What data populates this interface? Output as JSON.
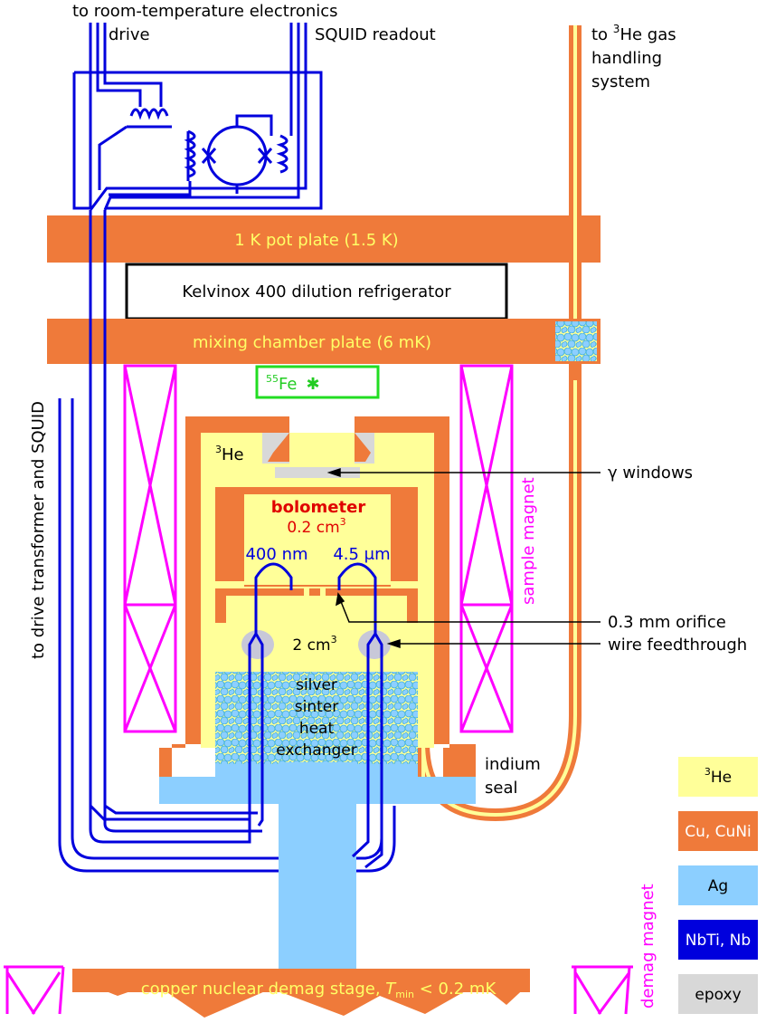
{
  "labels": {
    "room_temp": "to room-temperature electronics",
    "drive": "drive",
    "squid_readout": "SQUID readout",
    "gas_to": "to ",
    "gas_sup": "3",
    "gas_rest": "He gas",
    "gas_line2": "handling",
    "gas_line3": "system",
    "pot_plate": "1 K pot plate (1.5 K)",
    "kelvinox": "Kelvinox 400 dilution refrigerator",
    "mixing_plate": "mixing chamber plate (6 mK)",
    "fe_sup": "55",
    "fe_name": "Fe",
    "fe_star": "✱",
    "he3_sup": "3",
    "he3_name": "He",
    "bolometer": "bolometer",
    "bolometer_vol": "0.2 cm",
    "bolometer_vol_sup": "3",
    "wire_400nm": "400 nm",
    "wire_45um": "4.5 μm",
    "cell_vol": "2 cm",
    "cell_vol_sup": "3",
    "sinter_1": "silver",
    "sinter_2": "sinter",
    "sinter_3": "heat",
    "sinter_4": "exchanger",
    "indium_1": "indium",
    "indium_2": "seal",
    "gamma_windows": "γ windows",
    "orifice": "0.3 mm orifice",
    "feedthrough": "wire feedthrough",
    "sample_magnet": "sample magnet",
    "drive_transformer": "to drive transformer and SQUID",
    "demag_stage_a": "copper nuclear demag stage, ",
    "demag_stage_t": "T",
    "demag_stage_min": "min",
    "demag_stage_b": " < 0.2 mK",
    "demag_magnet": "demag magnet"
  },
  "legend": [
    {
      "sup": "3",
      "label": "He",
      "color": "#ffff99",
      "text_color": "#000000"
    },
    {
      "sup": "",
      "label": "Cu, CuNi",
      "color": "#ef7a3a",
      "text_color": "#ffffff"
    },
    {
      "sup": "",
      "label": "Ag",
      "color": "#8ccfff",
      "text_color": "#000000"
    },
    {
      "sup": "",
      "label": "NbTi, Nb",
      "color": "#0000dd",
      "text_color": "#ffffff"
    },
    {
      "sup": "",
      "label": "epoxy",
      "color": "#d8d8d8",
      "text_color": "#000000"
    }
  ],
  "colors": {
    "copper": "#ef7a3a",
    "helium3": "#ffff99",
    "silver": "#8ccfff",
    "niobium": "#0000dd",
    "epoxy": "#d8d8d8",
    "magnet": "#ff00ff",
    "source": "#22dd22",
    "bolometer_text": "#e00000",
    "plate_text": "#ffff66"
  }
}
